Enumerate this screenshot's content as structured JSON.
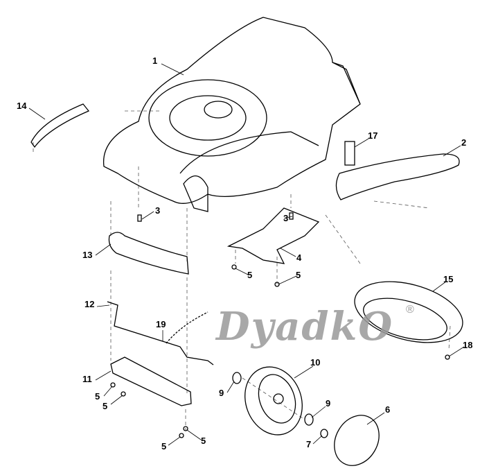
{
  "title": "Lawn mower housing and wheels exploded parts diagram",
  "watermark": {
    "text": "DyadkO",
    "registered": "®"
  },
  "callouts": [
    {
      "part": "1",
      "name": "mower-deck"
    },
    {
      "part": "14",
      "name": "rear-flap"
    },
    {
      "part": "17",
      "name": "label-sticker"
    },
    {
      "part": "2",
      "name": "handle-cover"
    },
    {
      "part": "3",
      "name": "screw-left"
    },
    {
      "part": "3",
      "name": "screw-right"
    },
    {
      "part": "13",
      "name": "front-cover"
    },
    {
      "part": "4",
      "name": "side-plate"
    },
    {
      "part": "5",
      "name": "screw-a"
    },
    {
      "part": "5",
      "name": "screw-b"
    },
    {
      "part": "15",
      "name": "wheel-hub-cover"
    },
    {
      "part": "12",
      "name": "axle"
    },
    {
      "part": "19",
      "name": "spring-pin"
    },
    {
      "part": "18",
      "name": "screw-c"
    },
    {
      "part": "10",
      "name": "wheel"
    },
    {
      "part": "11",
      "name": "axle-bracket"
    },
    {
      "part": "9",
      "name": "bearing-left"
    },
    {
      "part": "5",
      "name": "screw-d"
    },
    {
      "part": "5",
      "name": "screw-e"
    },
    {
      "part": "9",
      "name": "bearing-right"
    },
    {
      "part": "6",
      "name": "hub-cap"
    },
    {
      "part": "7",
      "name": "nut"
    },
    {
      "part": "5",
      "name": "screw-f"
    },
    {
      "part": "5",
      "name": "screw-g"
    }
  ]
}
